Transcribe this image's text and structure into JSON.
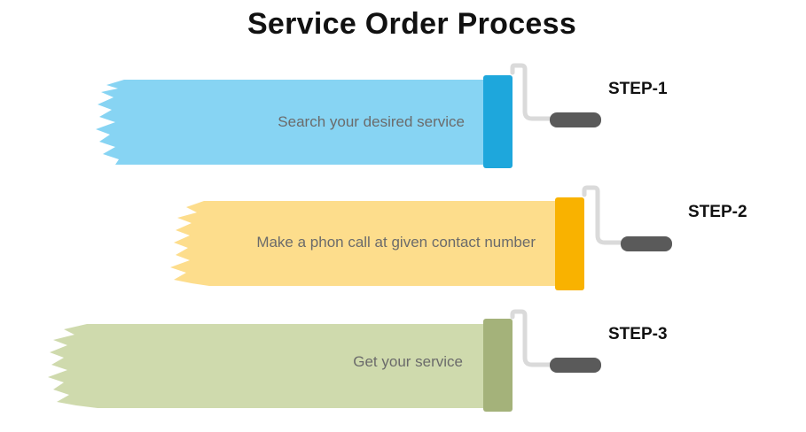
{
  "title": "Service Order Process",
  "steps": [
    {
      "label": "STEP-1",
      "text": "Search your desired service",
      "paint_color": "#87d4f3",
      "roller_color": "#1ea7dc"
    },
    {
      "label": "STEP-2",
      "text": "Make a phon call at given contact number",
      "paint_color": "#fddd8c",
      "roller_color": "#f9b200"
    },
    {
      "label": "STEP-3",
      "text": "Get your service",
      "paint_color": "#cfdaad",
      "roller_color": "#a4b27a"
    }
  ],
  "handle_color": "#5a5a5a",
  "frame_color": "#dadada"
}
